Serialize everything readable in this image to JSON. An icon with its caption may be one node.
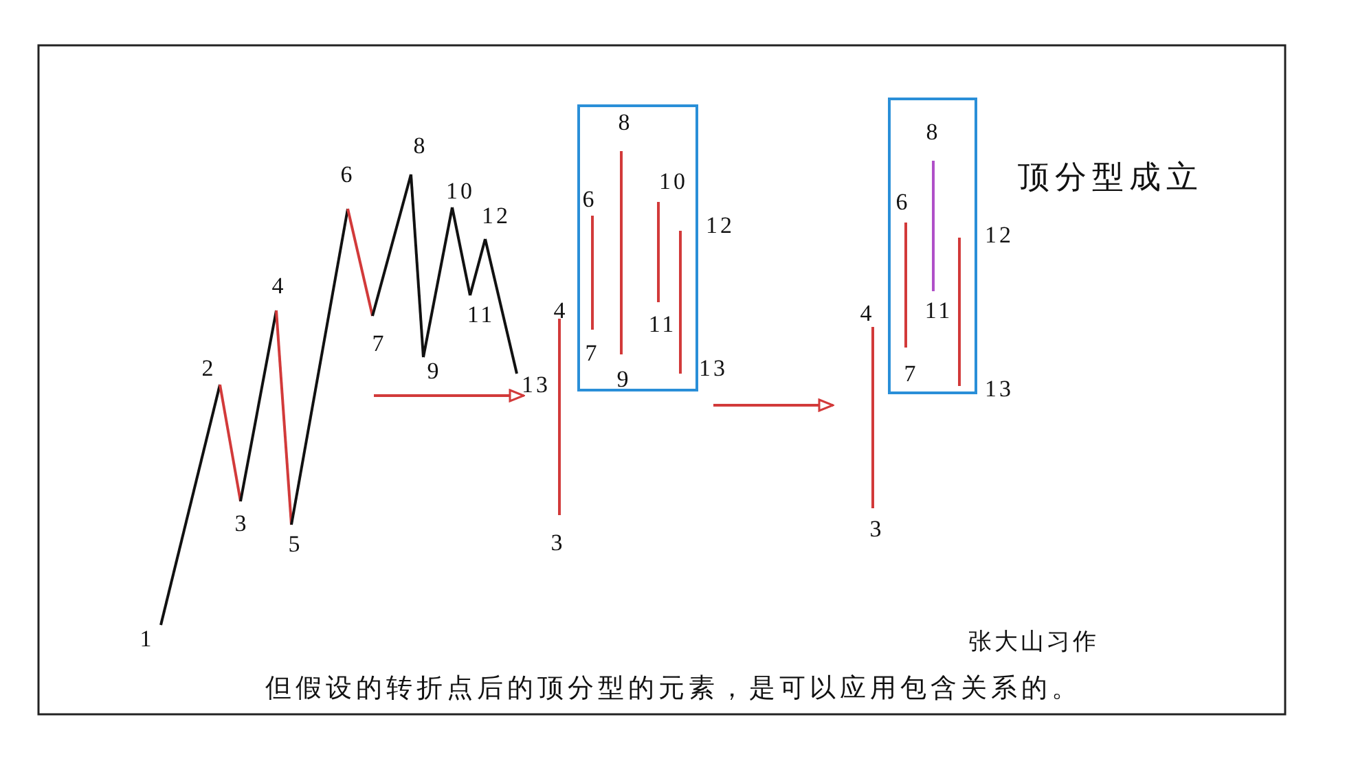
{
  "diagram": {
    "caption": "但假设的转折点后的顶分型的元素，是可以应用包含关系的。",
    "nodes": [
      {
        "text": [],
        "shape": "picture"
      },
      {
        "text": [],
        "shape": "picture"
      },
      {
        "text": [],
        "shape": "picture"
      }
    ],
    "edges": [
      {
        "from": 0,
        "to": 1,
        "arrow": "to"
      },
      {
        "from": 1,
        "to": 2,
        "arrow": "to"
      }
    ],
    "labels": [
      "1",
      "2",
      "3",
      "4",
      "5",
      "6",
      "7",
      "8",
      "9",
      "10",
      "11",
      "12",
      "13",
      "4",
      "3",
      "6",
      "7",
      "8",
      "9",
      "10",
      "11",
      "12",
      "13",
      "4",
      "3",
      "6",
      "7",
      "8",
      "11",
      "12",
      "13",
      "顶分型成立",
      "张大山习作"
    ]
  }
}
